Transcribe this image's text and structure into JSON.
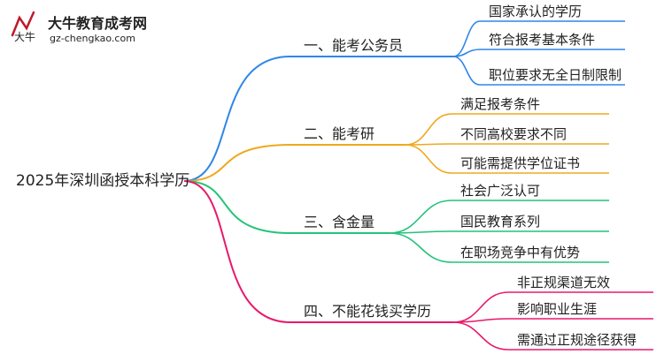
{
  "logo": {
    "title": "大牛教育成考网",
    "url": "gz-chengkao.com",
    "glyph": "大牛",
    "title_color": "#c0182a",
    "url_color": "#1f4e99"
  },
  "root": {
    "label": "2025年深圳函授本科学历"
  },
  "branches": [
    {
      "label": "一、能考公务员",
      "color": "#2f86e8",
      "leaves": [
        "国家承认的学历",
        "符合报考基本条件",
        "职位要求无全日制限制"
      ]
    },
    {
      "label": "二、能考研",
      "color": "#f0a81c",
      "leaves": [
        "满足报考条件",
        "不同高校要求不同",
        "可能需提供学位证书"
      ]
    },
    {
      "label": "三、含金量",
      "color": "#23c27a",
      "leaves": [
        "社会广泛认可",
        "国民教育系列",
        "在职场竞争中有优势"
      ]
    },
    {
      "label": "四、不能花钱买学历",
      "color": "#e8196a",
      "leaves": [
        "非正规渠道无效",
        "影响职业生涯",
        "需通过正规途径获得"
      ]
    }
  ]
}
